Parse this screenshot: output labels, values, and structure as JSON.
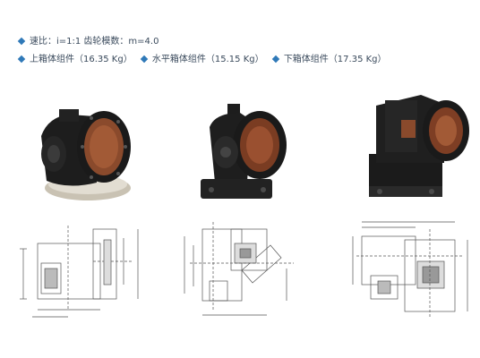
{
  "specs": {
    "ratio_line": "速比：i=1:1  齿轮模数：m=4.0",
    "components": [
      {
        "label": "上箱体组件（16.35 Kg）"
      },
      {
        "label": "水平箱体组件（15.15 Kg）"
      },
      {
        "label": "下箱体组件（17.35 Kg）"
      }
    ]
  },
  "accent_color": "#2f79b8",
  "photos": [
    {
      "name": "upper-gearbox-photo"
    },
    {
      "name": "horizontal-gearbox-photo"
    },
    {
      "name": "lower-gearbox-photo"
    }
  ],
  "drawings": [
    {
      "name": "upper-gearbox-drawing"
    },
    {
      "name": "horizontal-gearbox-drawing"
    },
    {
      "name": "lower-gearbox-drawing"
    }
  ]
}
